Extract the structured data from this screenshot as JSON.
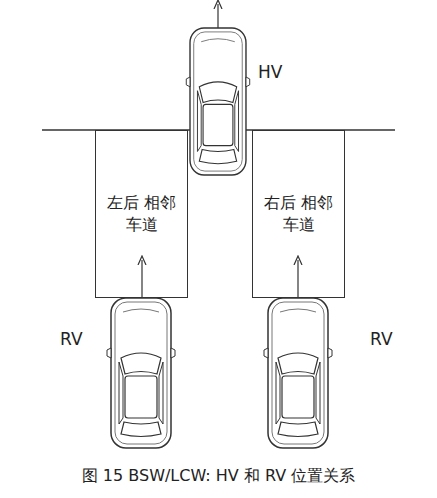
{
  "diagram": {
    "caption": "图 15  BSW/LCW: HV 和 RV 位置关系",
    "nodes": [
      {
        "text": [
          "左后 相邻车道"
        ]
      },
      {
        "text": [
          "右后 相邻车道"
        ]
      }
    ],
    "labels": [
      "HV",
      "RV",
      "RV"
    ]
  }
}
